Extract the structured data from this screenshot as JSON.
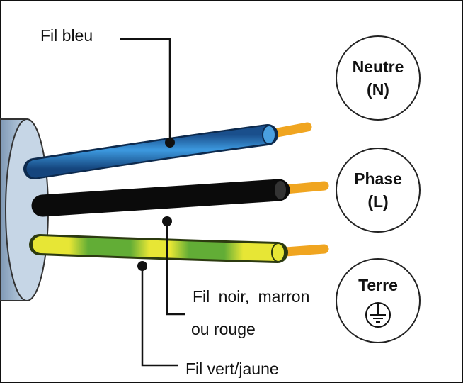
{
  "labels": {
    "blue_wire": "Fil bleu",
    "black_wire_line1": "Fil  noir,  marron",
    "black_wire_line2": "ou rouge",
    "green_yellow_wire": "Fil vert/jaune"
  },
  "terminals": {
    "neutral": {
      "name": "Neutre",
      "code": "(N)"
    },
    "phase": {
      "name": "Phase",
      "code": "(L)"
    },
    "earth": {
      "name": "Terre",
      "icon": "ground-icon"
    }
  },
  "colors": {
    "blue_wire": "#1f6fb8",
    "black_wire": "#0b0b0b",
    "green_wire": "#6bb33a",
    "yellow_wire": "#e7e635",
    "copper_tip": "#f0a520",
    "cable_sheath": "#a9bfd6"
  }
}
